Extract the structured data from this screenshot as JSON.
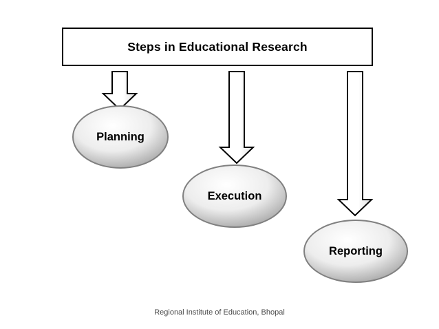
{
  "slide": {
    "title": "Steps in Educational Research",
    "footer": "Regional Institute of Education, Bhopal",
    "background_color": "#ffffff",
    "outline_color": "#000000",
    "ellipse_fill_light": "#f2f2f2",
    "ellipse_fill_dark": "#9a9a9a",
    "arrow_fill": "#ffffff",
    "arrow_outline": "#000000"
  },
  "steps": [
    {
      "label": "Planning",
      "arrow_name": "arrow-to-planning"
    },
    {
      "label": "Execution",
      "arrow_name": "arrow-to-execution"
    },
    {
      "label": "Reporting",
      "arrow_name": "arrow-to-reporting"
    }
  ]
}
